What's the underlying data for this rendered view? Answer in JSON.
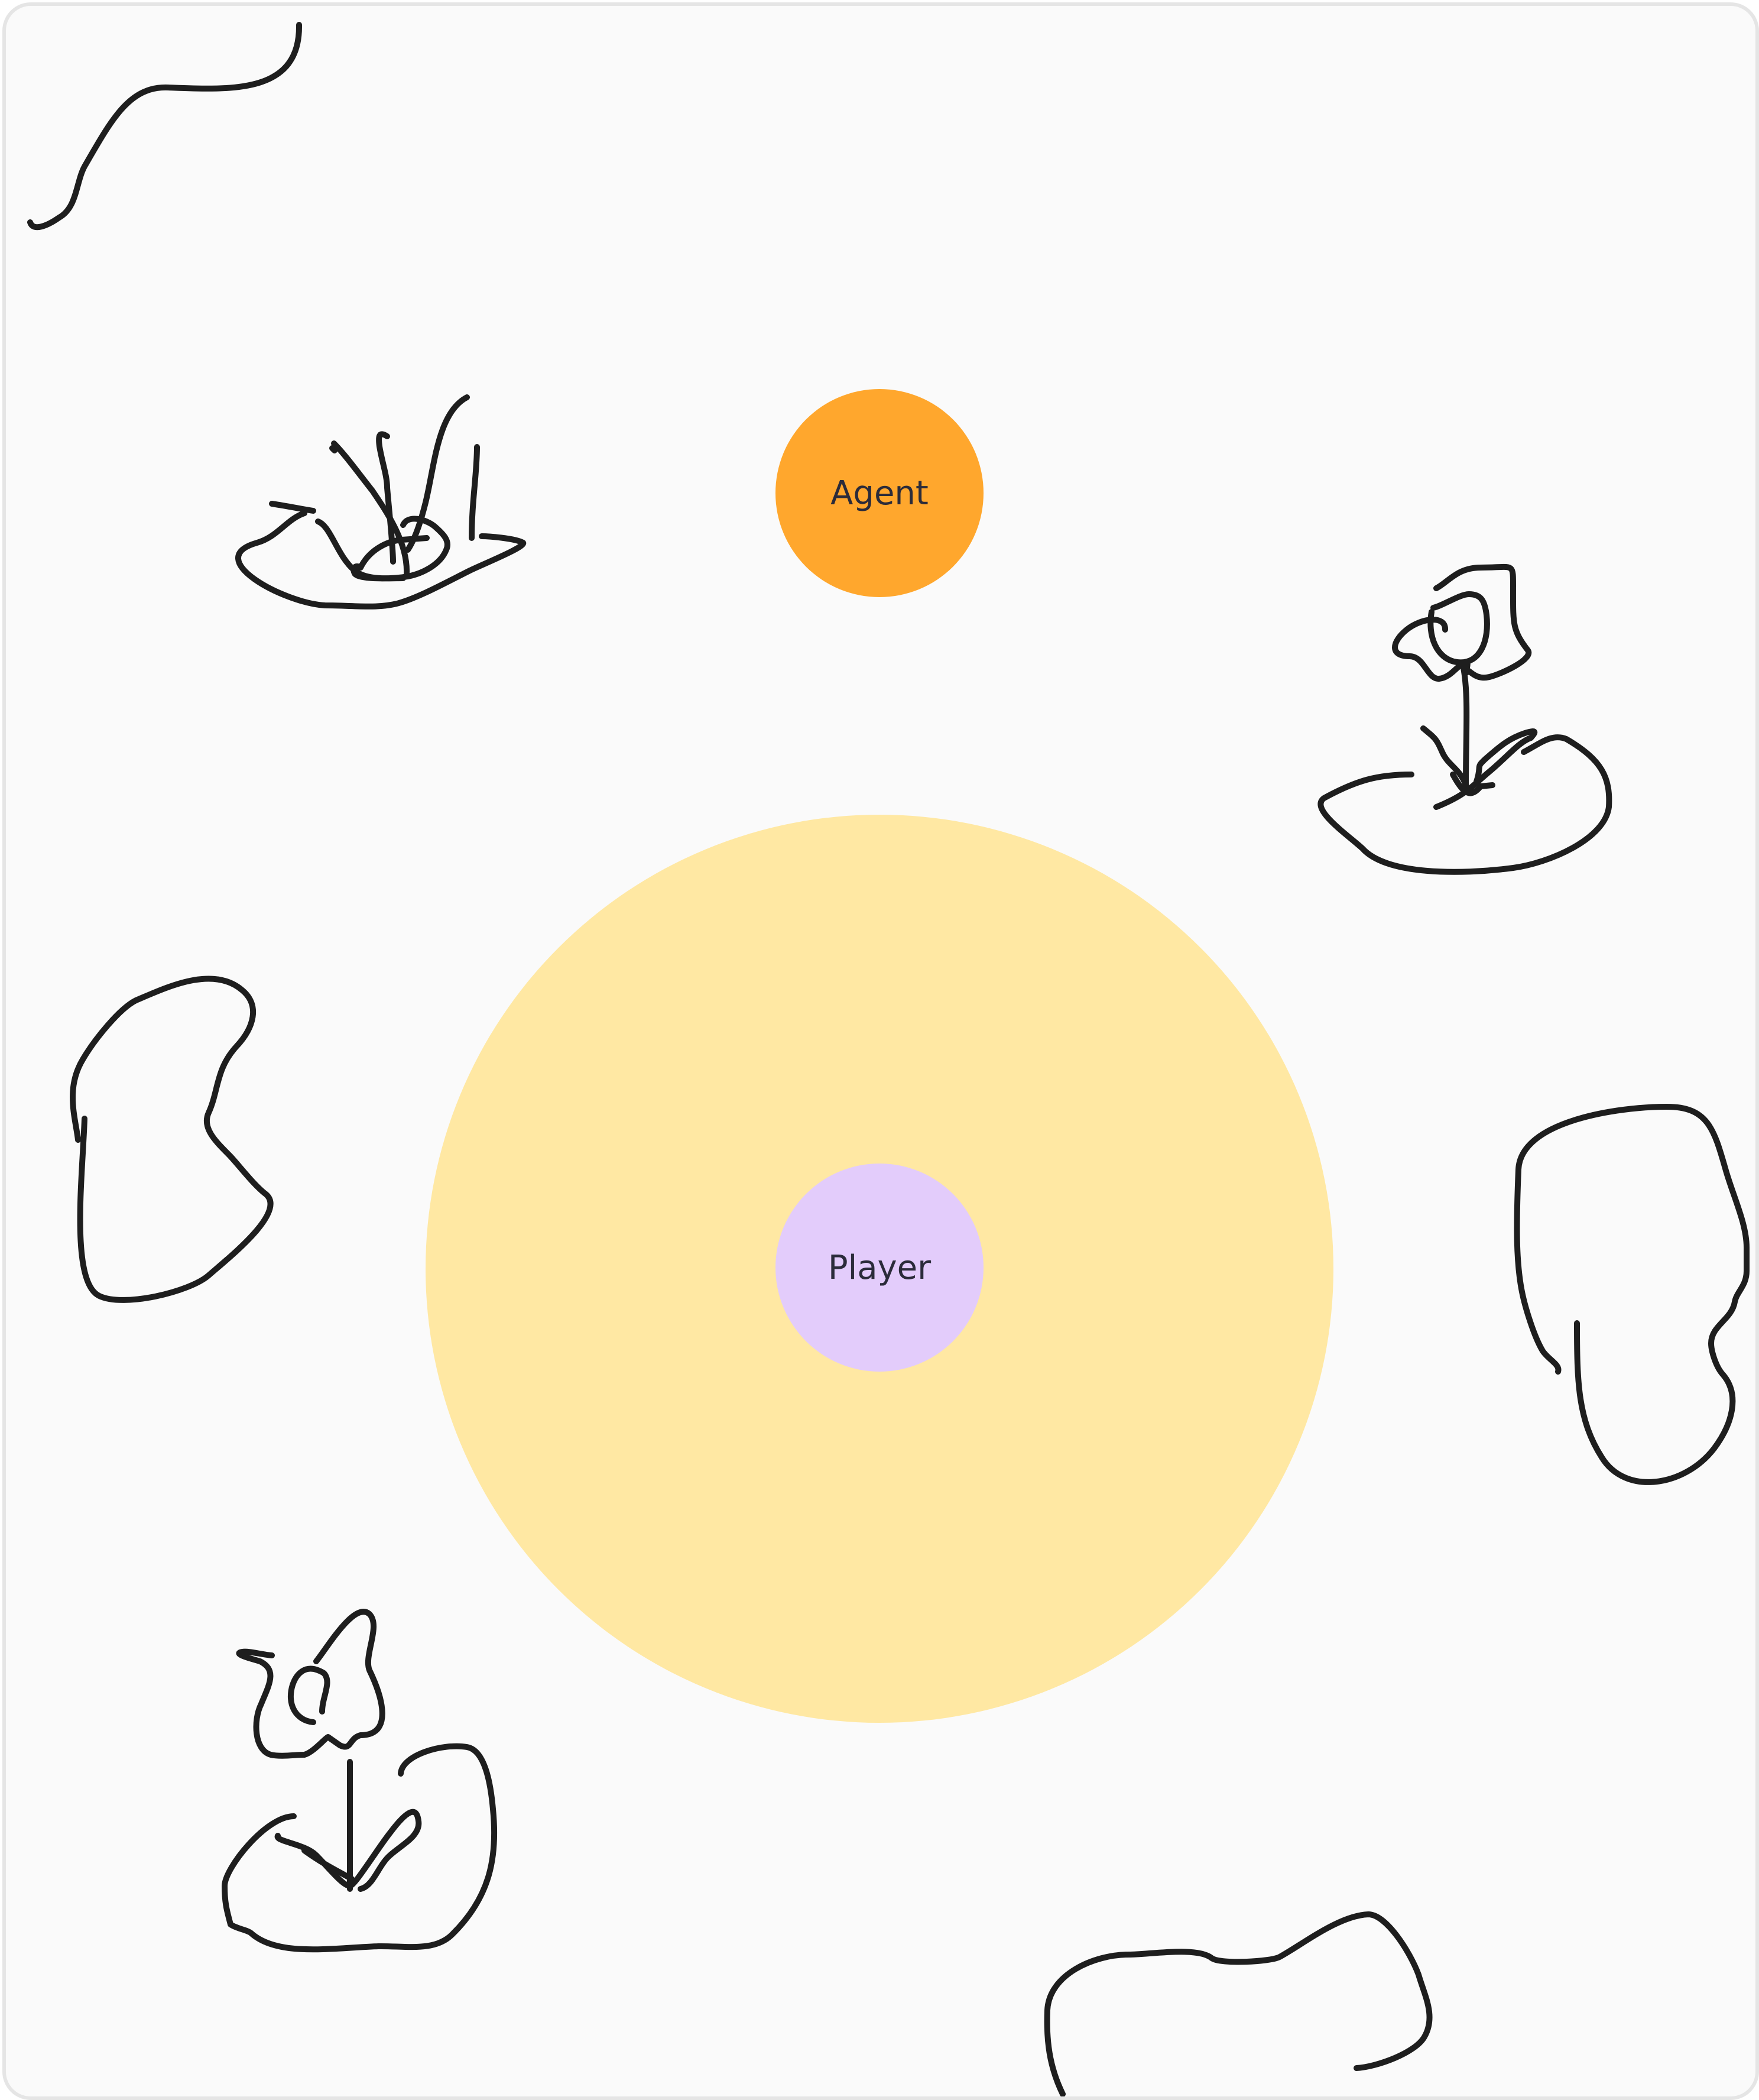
{
  "game": {
    "agent": {
      "label": "Agent",
      "color": "#ffa72d"
    },
    "player": {
      "label": "Player",
      "color": "#e3ccfb"
    },
    "range": {
      "color": "#ffe8a3"
    }
  },
  "background": "#fafafa",
  "doodles": [
    {
      "name": "squiggle-line-doodle",
      "kind": "squiggle"
    },
    {
      "name": "grass-tuft-doodle",
      "kind": "plant"
    },
    {
      "name": "flower-sprout-doodle",
      "kind": "plant"
    },
    {
      "name": "boulder-doodle",
      "kind": "rock"
    },
    {
      "name": "boulder-doodle",
      "kind": "rock"
    },
    {
      "name": "flower-sprout-doodle",
      "kind": "plant"
    },
    {
      "name": "boulder-doodle",
      "kind": "rock"
    }
  ]
}
